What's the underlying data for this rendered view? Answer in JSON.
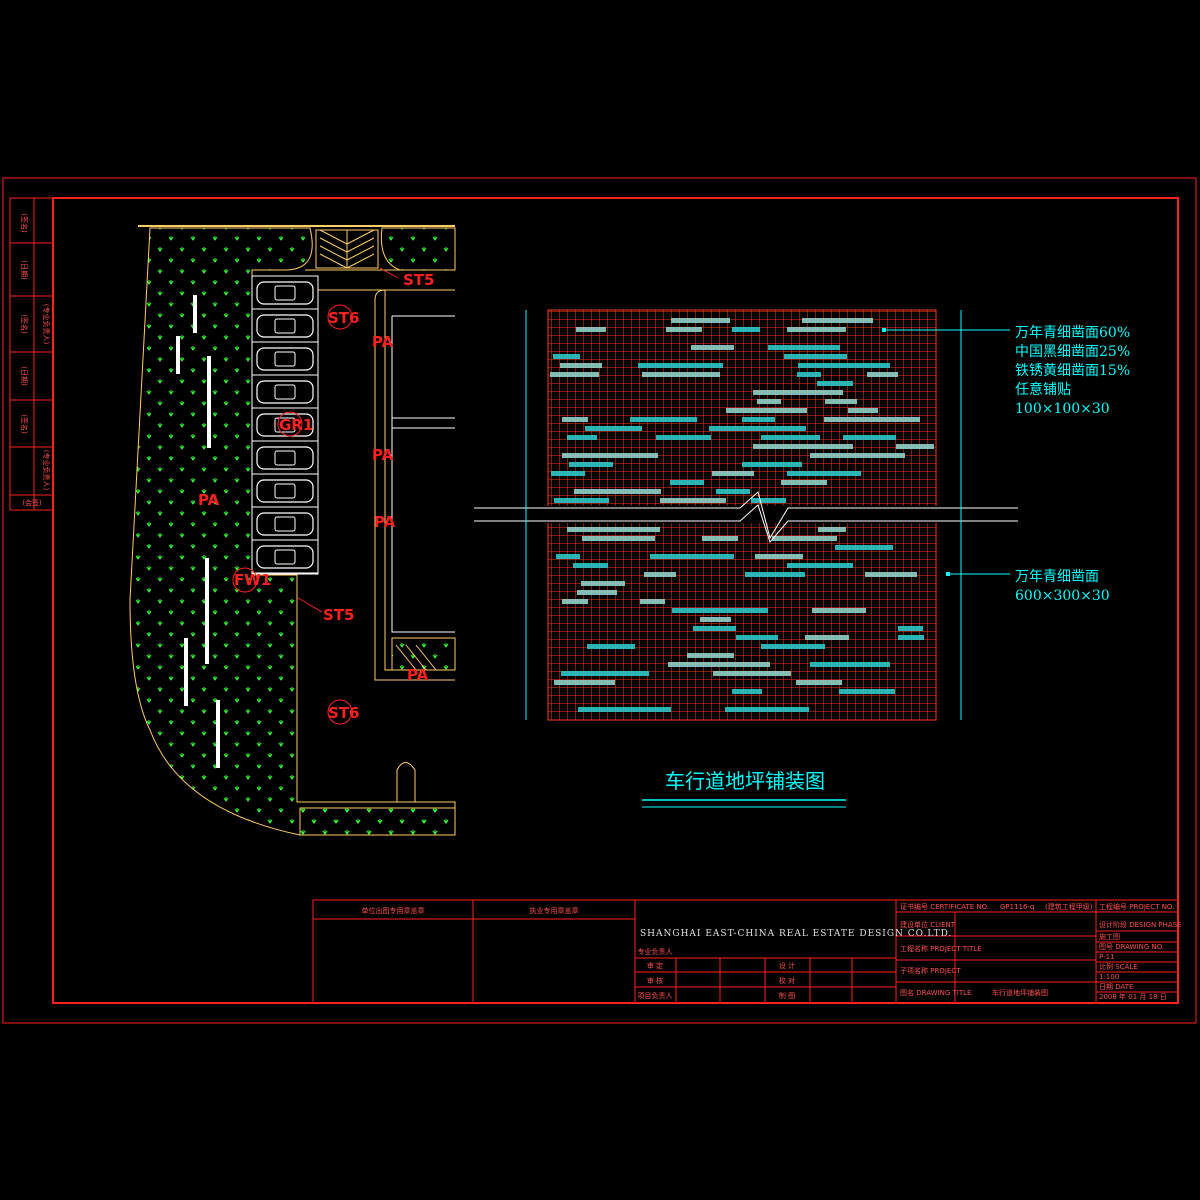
{
  "drawing_title": "车行道地坪铺装图",
  "plan_labels": {
    "st5_top": "ST5",
    "st6_top": "ST6",
    "st6_bottom": "ST6",
    "st5_mid": "ST5",
    "pa_green": "PA",
    "pa_1": "PA",
    "pa_2": "PA",
    "pa_3": "PA",
    "pa_4": "PA",
    "gr1": "GR1",
    "fw1": "FW1"
  },
  "paving_notes": {
    "mix_line1": "万年青细凿面60%",
    "mix_line2": "中国黑细凿面25%",
    "mix_line3": "铁锈黄细凿面15%",
    "mix_line4": "任意铺贴",
    "mix_line5": "100×100×30",
    "band_line1": "万年青细凿面",
    "band_line2": "600×300×30"
  },
  "title_block": {
    "stamp1": "单位出图专用章盖章",
    "stamp2": "执业专用章盖章",
    "company": "SHANGHAI EAST-CHINA REAL ESTATE DESIGN CO.LTD.",
    "cert": "证书编号 CERTIFICATE NO.",
    "cert_no": "GP1116-q",
    "cert_type": "(建筑工程甲级)",
    "project_no": "工程编号 PROJECT NO.",
    "design_phase": "设计阶段 DESIGN PHASE",
    "phase_value": "施工图",
    "drawing_no": "图号 DRAWING NO.",
    "drawing_no_value": "P-11",
    "scale": "比例 SCALE",
    "scale_value": "1:100",
    "date": "日期 DATE",
    "date_value": "2008 年 01 月 18 日",
    "client": "建设单位 CLIENT",
    "project_title": "工程名称 PROJECT TITLE",
    "project": "子项名称 PROJECT",
    "drawing_title_label": "图名 DRAWING TITLE",
    "drawing_title_value": "车行道地坪铺装图",
    "r1a": "审 定",
    "r1b": "设 计",
    "r2a": "审 核",
    "r2b": "校 对",
    "r3a": "项目负责人",
    "r3b": "制 图",
    "r4a": "专业负责人"
  },
  "left_strip": [
    "(签名)",
    "(日期)",
    "(签名)",
    "(专业负责人)",
    "(日期)",
    "(签名)",
    "(专业负责人)",
    "(会签)"
  ],
  "colors": {
    "frame": "#ff2020",
    "plan_line": "#ffcc66",
    "hatch": "#33ff33",
    "grid": "#ff3010",
    "paving_accent": "#00ffff",
    "white": "#ffffff"
  }
}
